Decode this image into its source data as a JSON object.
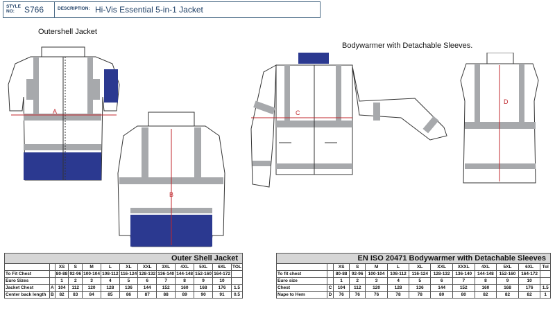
{
  "header": {
    "style_caption_1": "STYLE",
    "style_caption_2": "NO:",
    "style_no": "S766",
    "description_caption": "DESCRIPTION:",
    "description": "Hi-Vis Essential 5-in-1 Jacket"
  },
  "labels": {
    "outershell": "Outershell Jacket",
    "bodywarmer": "Bodywarmer with Detachable Sleeves.",
    "measure_a": "A",
    "measure_b": "B",
    "measure_c": "C",
    "measure_d": "D"
  },
  "colors": {
    "navy": "#2b3990",
    "reflective": "#a7a9ac",
    "measure_red": "#c0272d",
    "header_blue": "#1e3f66"
  },
  "outer_table": {
    "title": "Outer Shell Jacket",
    "sizes": [
      "XS",
      "S",
      "M",
      "L",
      "XL",
      "XXL",
      "3XL",
      "4XL",
      "5XL",
      "6XL",
      "TOL"
    ],
    "rows": [
      {
        "label": "To Fit Chest",
        "code": "",
        "values": [
          "80-88",
          "92-96",
          "100-104",
          "108-112",
          "116-124",
          "128-132",
          "136-140",
          "144-148",
          "152-160",
          "164-172",
          ""
        ]
      },
      {
        "label": "Euro Sizes",
        "code": "",
        "values": [
          "1",
          "2",
          "3",
          "4",
          "5",
          "6",
          "7",
          "8",
          "9",
          "10",
          ""
        ]
      },
      {
        "label": "Jacket Chest",
        "code": "A",
        "values": [
          "104",
          "112",
          "120",
          "128",
          "136",
          "144",
          "152",
          "160",
          "168",
          "176",
          "1.5"
        ]
      },
      {
        "label": "Center back length",
        "code": "B",
        "values": [
          "82",
          "83",
          "84",
          "85",
          "86",
          "87",
          "88",
          "89",
          "90",
          "91",
          "0.5"
        ]
      }
    ]
  },
  "bw_table": {
    "title": "EN ISO 20471 Bodywarmer with Detachable Sleeves",
    "sizes": [
      "XS",
      "S",
      "M",
      "L",
      "XL",
      "XXL",
      "XXXL",
      "4XL",
      "5XL",
      "6XL",
      "Tol"
    ],
    "rows": [
      {
        "label": "To fit chest",
        "code": "",
        "values": [
          "80-88",
          "92-96",
          "100-104",
          "108-112",
          "116-124",
          "128-132",
          "136-140",
          "144-148",
          "152-160",
          "164-172",
          ""
        ]
      },
      {
        "label": "Euro size",
        "code": "",
        "values": [
          "1",
          "2",
          "3",
          "4",
          "5",
          "6",
          "7",
          "8",
          "9",
          "10",
          ""
        ]
      },
      {
        "label": "Chest",
        "code": "C",
        "values": [
          "104",
          "112",
          "120",
          "128",
          "136",
          "144",
          "152",
          "160",
          "168",
          "176",
          "1.5"
        ]
      },
      {
        "label": "Nape to Hem",
        "code": "D",
        "values": [
          "76",
          "76",
          "76",
          "78",
          "78",
          "80",
          "80",
          "82",
          "82",
          "82",
          "1"
        ]
      }
    ]
  }
}
